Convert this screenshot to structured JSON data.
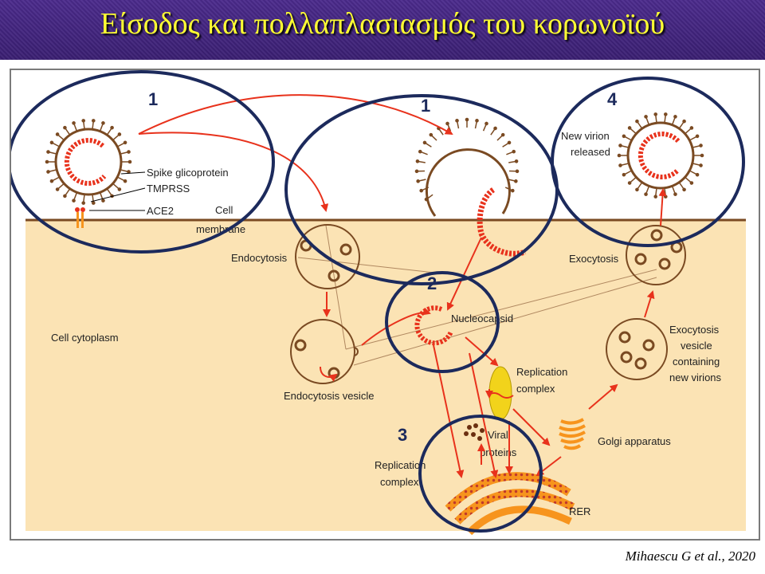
{
  "title": "Είσοδος και πολλαπλασιασμός του κορωνοϊού",
  "citation": "Mihaescu G et al., 2020",
  "stages": [
    "1",
    "1",
    "2",
    "3",
    "4"
  ],
  "labels": {
    "spike": "Spike glicoprotein",
    "tmprss": "TMPRSS",
    "ace2": "ACE2",
    "cell_membrane_1": "Cell",
    "cell_membrane_2": "membrane",
    "endocytosis": "Endocytosis",
    "endocytosis_vesicle": "Endocytosis vesicle",
    "cell_cytoplasm": "Cell cytoplasm",
    "nucleocapsid": "Nucleocapsid",
    "replication_complex_a1": "Replication",
    "replication_complex_a2": "complex",
    "replication_complex_b1": "Replication",
    "replication_complex_b2": "complex",
    "viral_proteins_1": "Viral",
    "viral_proteins_2": "proteins",
    "golgi": "Golgi apparatus",
    "rer": "RER",
    "exocytosis": "Exocytosis",
    "exocytosis_vesicle_1": "Exocytosis",
    "exocytosis_vesicle_2": "vesicle",
    "exocytosis_vesicle_3": "containing",
    "exocytosis_vesicle_4": "new virions",
    "new_virion_1": "New virion",
    "new_virion_2": "released"
  },
  "colors": {
    "title_text": "#ffff33",
    "title_bg": "#3a1f72",
    "cytoplasm": "#fbe3b4",
    "membrane": "#7a4a22",
    "arrow": "#e8321c",
    "circle": "#1c2a5c",
    "stage_number": "#1c2a5c",
    "rna": "#e8321c",
    "golgi": "#f7941d",
    "replication_complex": "#f2d31b"
  },
  "icons": [
    "virion-icon",
    "vesicle-icon",
    "rna-icon",
    "golgi-icon",
    "rer-icon"
  ]
}
